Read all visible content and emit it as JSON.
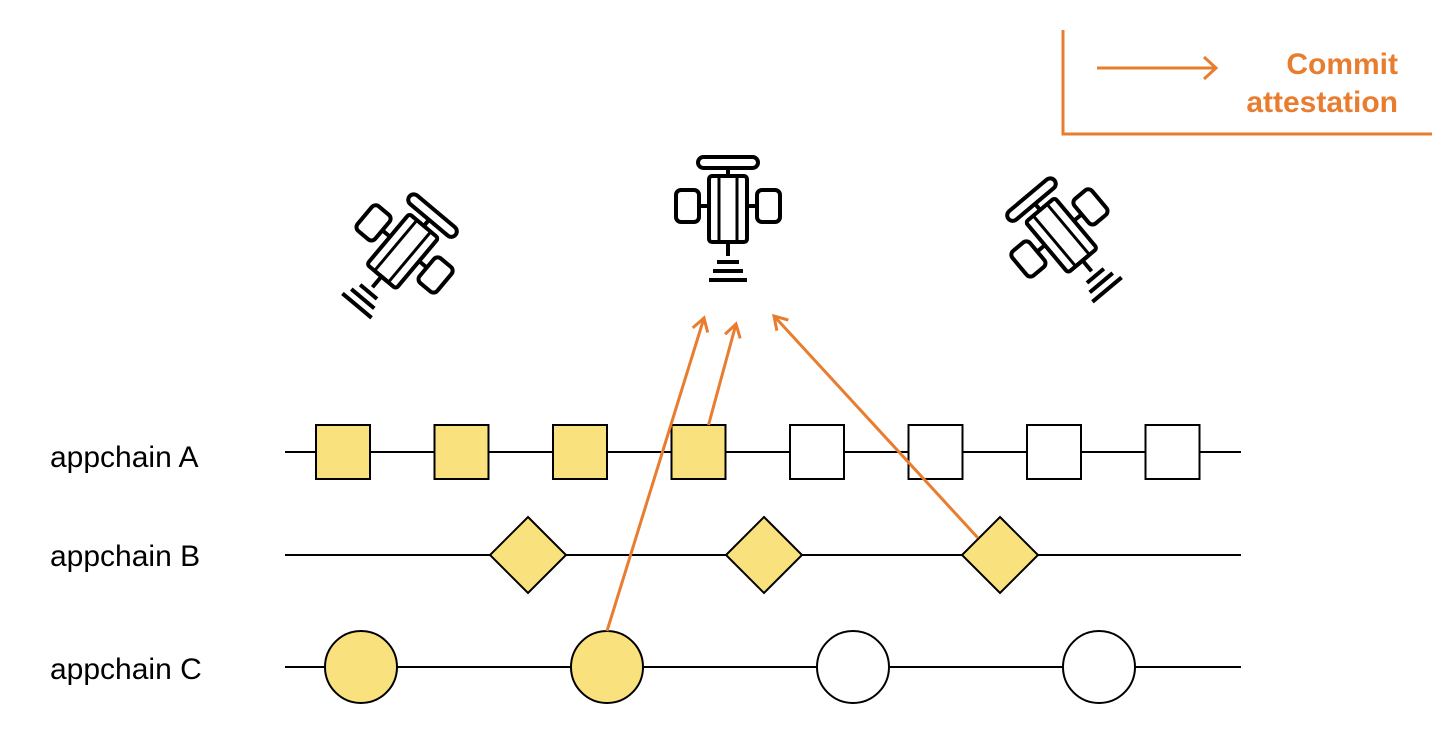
{
  "colors": {
    "accent": "#e87d2f",
    "filled": "#f9e27e",
    "empty": "#ffffff",
    "stroke": "#000000"
  },
  "legend": {
    "label_line1": "Commit",
    "label_line2": "attestation",
    "arrow_icon": "right-arrow-icon"
  },
  "satellites": [
    {
      "name": "satellite-left",
      "icon": "satellite-icon"
    },
    {
      "name": "satellite-center",
      "icon": "satellite-icon"
    },
    {
      "name": "satellite-right",
      "icon": "satellite-icon"
    }
  ],
  "chains": [
    {
      "label": "appchain A",
      "shape": "square",
      "blocks": [
        true,
        true,
        true,
        true,
        false,
        false,
        false,
        false
      ]
    },
    {
      "label": "appchain B",
      "shape": "diamond",
      "blocks": [
        true,
        true,
        true
      ]
    },
    {
      "label": "appchain C",
      "shape": "circle",
      "blocks": [
        true,
        true,
        false,
        false
      ]
    }
  ],
  "attestations": [
    {
      "from_chain": "appchain A",
      "from_block": 4,
      "to": "satellite-center"
    },
    {
      "from_chain": "appchain B",
      "from_block": 3,
      "to": "satellite-center"
    },
    {
      "from_chain": "appchain C",
      "from_block": 2,
      "to": "satellite-center"
    }
  ]
}
